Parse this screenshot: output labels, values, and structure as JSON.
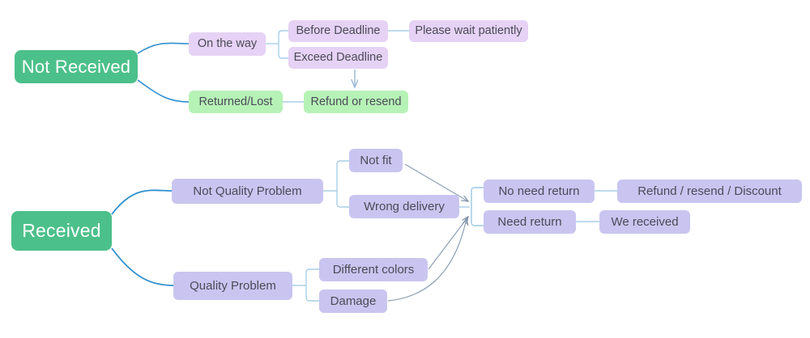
{
  "diagram": {
    "title": "Order issue resolution flowchart",
    "colors": {
      "root_fill": "#4cc08a",
      "root_text": "#ffffff",
      "purple_light_fill": "#e6d2f5",
      "green_light_fill": "#b6f2b6",
      "purple_fill": "#c9c5f0",
      "node_text": "#4b4b58",
      "root_edge_stroke": "#2f8fd0",
      "tree_edge_stroke": "#a9cfe6",
      "arrow_stroke": "#7f8fa6",
      "background": "#ffffff"
    },
    "branches": [
      {
        "id": "not-received",
        "root_label": "Not Received",
        "nodes": [
          {
            "id": "on-the-way",
            "label": "On the way",
            "style": "purple-light"
          },
          {
            "id": "before-deadline",
            "label": "Before Deadline",
            "style": "purple-light"
          },
          {
            "id": "exceed-deadline",
            "label": "Exceed Deadline",
            "style": "purple-light"
          },
          {
            "id": "please-wait-patiently",
            "label": "Please wait patiently",
            "style": "purple-light"
          },
          {
            "id": "returned-lost",
            "label": "Returned/Lost",
            "style": "green-light"
          },
          {
            "id": "refund-or-resend",
            "label": "Refund or resend",
            "style": "green-light"
          }
        ]
      },
      {
        "id": "received",
        "root_label": "Received",
        "nodes": [
          {
            "id": "not-quality-problem",
            "label": "Not Quality Problem",
            "style": "purple"
          },
          {
            "id": "not-fit",
            "label": "Not fit",
            "style": "purple"
          },
          {
            "id": "wrong-delivery",
            "label": "Wrong delivery",
            "style": "purple"
          },
          {
            "id": "quality-problem",
            "label": "Quality Problem",
            "style": "purple"
          },
          {
            "id": "different-colors",
            "label": "Different colors",
            "style": "purple"
          },
          {
            "id": "damage",
            "label": "Damage",
            "style": "purple"
          },
          {
            "id": "no-need-return",
            "label": "No need return",
            "style": "purple"
          },
          {
            "id": "need-return",
            "label": "Need return",
            "style": "purple"
          },
          {
            "id": "refund-resend-discount",
            "label": "Refund / resend / Discount",
            "style": "purple"
          },
          {
            "id": "we-received",
            "label": "We received",
            "style": "purple"
          }
        ]
      }
    ],
    "labels": {
      "not_received": "Not Received",
      "on_the_way": "On the way",
      "before_deadline": "Before Deadline",
      "exceed_deadline": "Exceed Deadline",
      "please_wait_patiently": "Please wait patiently",
      "returned_lost": "Returned/Lost",
      "refund_or_resend": "Refund or resend",
      "received": "Received",
      "not_quality_problem": "Not Quality Problem",
      "not_fit": "Not fit",
      "wrong_delivery": "Wrong delivery",
      "quality_problem": "Quality Problem",
      "different_colors": "Different colors",
      "damage": "Damage",
      "no_need_return": "No need return",
      "need_return": "Need return",
      "refund_resend_discount": "Refund / resend / Discount",
      "we_received": "We received"
    }
  }
}
